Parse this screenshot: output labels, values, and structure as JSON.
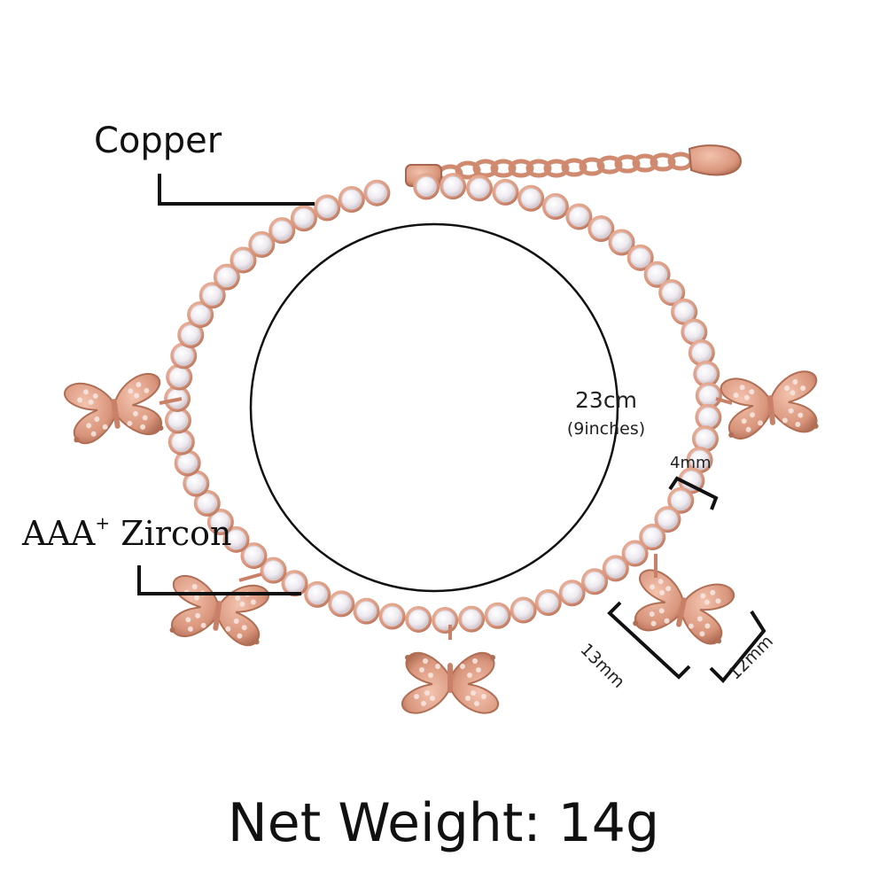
{
  "labels": {
    "material": "Copper",
    "stone_prefix": "AAA",
    "stone_sup": "+",
    "stone_suffix": " Zircon",
    "length": "23cm",
    "length_inches": "(9inches)",
    "stone_width": "4mm",
    "charm_length": "13mm",
    "charm_width": "12mm",
    "net_weight": "Net Weight: 14g"
  },
  "colors": {
    "background": "#ffffff",
    "rose_gold": "#d9957c",
    "rose_gold_dark": "#b06e55",
    "zircon": "#f3f1f4",
    "text": "#111111"
  }
}
